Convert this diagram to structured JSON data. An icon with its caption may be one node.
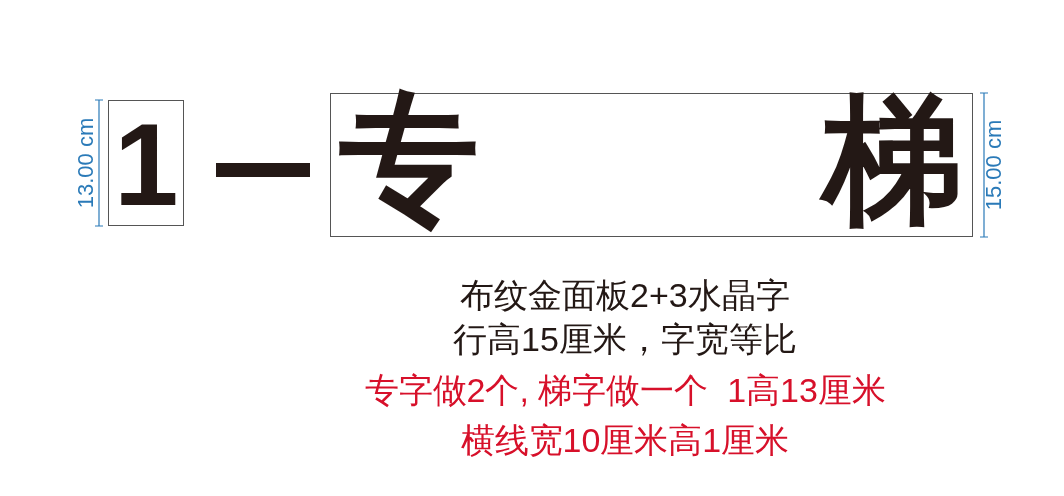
{
  "diagram": {
    "nodes": [
      {
        "text": [
          "1"
        ]
      },
      {
        "text": [],
        "shape": "bar"
      },
      {
        "text": [
          "专",
          "梯"
        ]
      }
    ],
    "labels": [
      "13.00 cm",
      "15.00 cm",
      "布纹金面板2+3水晶字",
      "行高15厘米，字宽等比",
      "专字做2个, 梯字做一个  1高13厘米",
      "横线宽10厘米高1厘米"
    ]
  }
}
